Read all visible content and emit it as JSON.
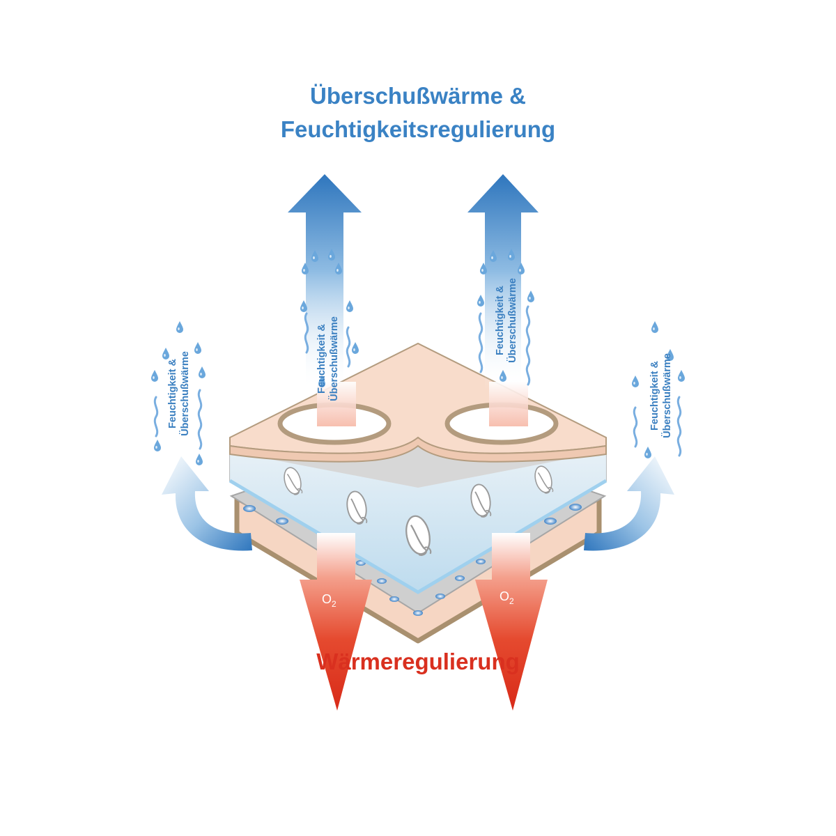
{
  "titles": {
    "top_line1": "Überschußwärme &",
    "top_line2": "Feuchtigkeitsregulierung",
    "bottom": "Wärmeregulierung"
  },
  "arrow_label": {
    "line1": "Feuchtigkeit &",
    "line2": "Überschußwärme"
  },
  "oxygen": {
    "symbol": "O",
    "subscript": "2"
  },
  "colors": {
    "moisture_blue": "#3a82c4",
    "heat_red": "#d9301f",
    "top_layer": "#f8dccb",
    "layer_outline": "#b39b7e",
    "mesh_gray": "#c9c9c9",
    "cool_band": "#cfe8f6"
  },
  "icons": [
    "water-drop-icon",
    "feather-icon",
    "blue-arrow-up-icon",
    "red-arrow-down-icon"
  ]
}
